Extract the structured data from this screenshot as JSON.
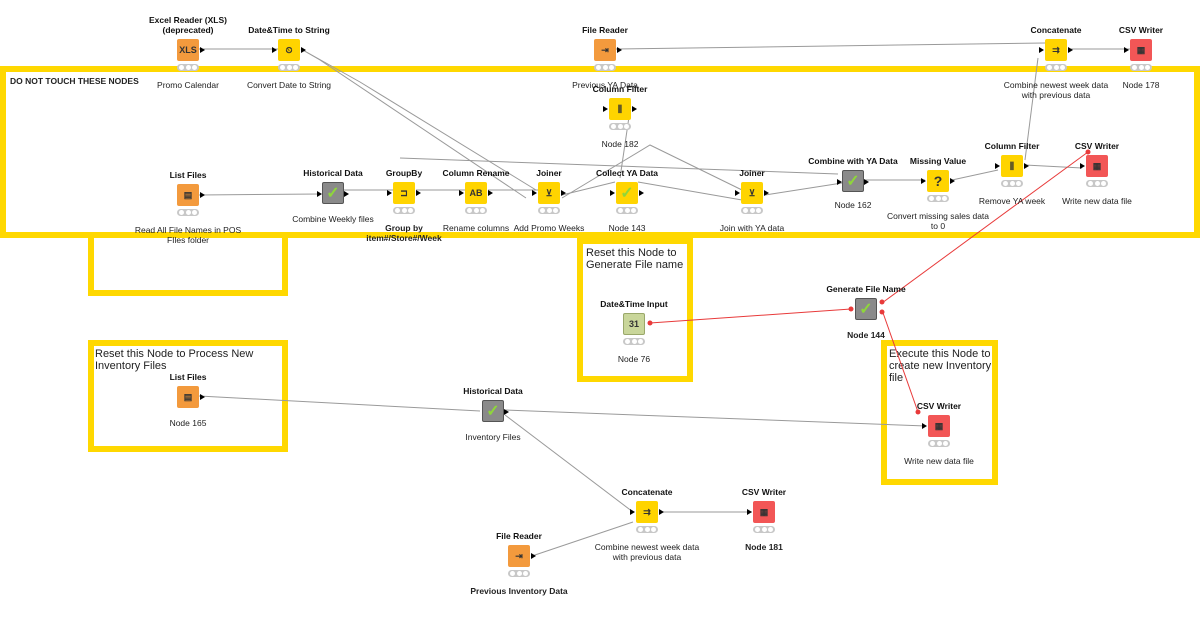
{
  "annotations": {
    "do_not_touch": "DO NOT TOUCH THESE NODES",
    "reset_generate": "Reset this Node to Generate File name",
    "reset_process": "Reset this Node to Process New Inventory Files",
    "execute_create": "Execute this Node to create new Inventory file"
  },
  "nodes": [
    {
      "id": "excel",
      "title": "Excel Reader (XLS) (deprecated)",
      "label": "Promo Calendar",
      "icon": "xls-reader-icon",
      "glyph": "XLS"
    },
    {
      "id": "dt2s",
      "title": "Date&Time to String",
      "label": "Convert Date to String",
      "icon": "datetime-to-string-icon",
      "glyph": "⏲"
    },
    {
      "id": "fr_top",
      "title": "File Reader",
      "label": "Previous YA Data",
      "icon": "file-reader-icon",
      "glyph": "⇥"
    },
    {
      "id": "concat_top",
      "title": "Concatenate",
      "label": "Combine newest week data with previous data",
      "icon": "concatenate-icon",
      "glyph": "⇉"
    },
    {
      "id": "csvw_top",
      "title": "CSV Writer",
      "label": "Node 178",
      "icon": "csv-writer-icon",
      "glyph": "▦"
    },
    {
      "id": "colfilter182",
      "title": "Column Filter",
      "label": "Node 182",
      "icon": "column-filter-icon",
      "glyph": "⫼"
    },
    {
      "id": "listfiles1",
      "title": "List Files",
      "label": "Read All File Names in POS FIles folder",
      "icon": "list-files-icon",
      "glyph": "▤"
    },
    {
      "id": "hist1",
      "title": "Historical Data",
      "label": "Combine Weekly files",
      "icon": "metanode-icon",
      "glyph": "✓"
    },
    {
      "id": "groupby",
      "title": "GroupBy",
      "label": "Group by item#/Store#/Week",
      "icon": "groupby-icon",
      "glyph": "⊐"
    },
    {
      "id": "colrename",
      "title": "Column Rename",
      "label": "Rename columns",
      "icon": "column-rename-icon",
      "glyph": "AB"
    },
    {
      "id": "joiner1",
      "title": "Joiner",
      "label": "Add Promo Weeks",
      "icon": "joiner-icon",
      "glyph": "⊻"
    },
    {
      "id": "collectya",
      "title": "Collect YA Data",
      "label": "Node 143",
      "icon": "metanode-icon",
      "glyph": "✓"
    },
    {
      "id": "joiner2",
      "title": "Joiner",
      "label": "Join with YA data",
      "icon": "joiner-icon",
      "glyph": "⊻"
    },
    {
      "id": "combineya",
      "title": "Combine with YA Data",
      "label": "Node 162",
      "icon": "metanode-icon",
      "glyph": "✓"
    },
    {
      "id": "missing",
      "title": "Missing Value",
      "label": "Convert missing sales data to 0",
      "icon": "missing-value-icon",
      "glyph": "?"
    },
    {
      "id": "colfilter2",
      "title": "Column Filter",
      "label": "Remove YA week",
      "icon": "column-filter-icon",
      "glyph": "⫼"
    },
    {
      "id": "csvw2",
      "title": "CSV Writer",
      "label": "Write new data file",
      "icon": "csv-writer-icon",
      "glyph": "▦"
    },
    {
      "id": "dtinput",
      "title": "Date&Time Input",
      "label": "Node 76",
      "icon": "calendar-icon",
      "glyph": "31"
    },
    {
      "id": "genfile",
      "title": "Generate File Name",
      "label": "Node 144",
      "icon": "metanode-icon",
      "glyph": "✓"
    },
    {
      "id": "listfiles165",
      "title": "List Files",
      "label": "Node 165",
      "icon": "list-files-icon",
      "glyph": "▤"
    },
    {
      "id": "hist2",
      "title": "Historical Data",
      "label": "Inventory Files",
      "icon": "metanode-icon",
      "glyph": "✓"
    },
    {
      "id": "csvw3",
      "title": "CSV Writer",
      "label": "Write new data file",
      "icon": "csv-writer-icon",
      "glyph": "▦"
    },
    {
      "id": "concat_bot",
      "title": "Concatenate",
      "label": "Combine newest week data with previous data",
      "icon": "concatenate-icon",
      "glyph": "⇉"
    },
    {
      "id": "csvw181",
      "title": "CSV Writer",
      "label": "Node 181",
      "icon": "csv-writer-icon",
      "glyph": "▦"
    },
    {
      "id": "fr_bot",
      "title": "File Reader",
      "label": "Previous Inventory Data",
      "icon": "file-reader-icon",
      "glyph": "⇥"
    }
  ],
  "colors": {
    "annotation": "#ffd800",
    "wire": "#9a9a9a",
    "flow_variable": "#e83a3a",
    "metanode": "#8a8a8a",
    "manipulator": "#ffd400",
    "source": "#f39a3d",
    "sink": "#f25656"
  }
}
